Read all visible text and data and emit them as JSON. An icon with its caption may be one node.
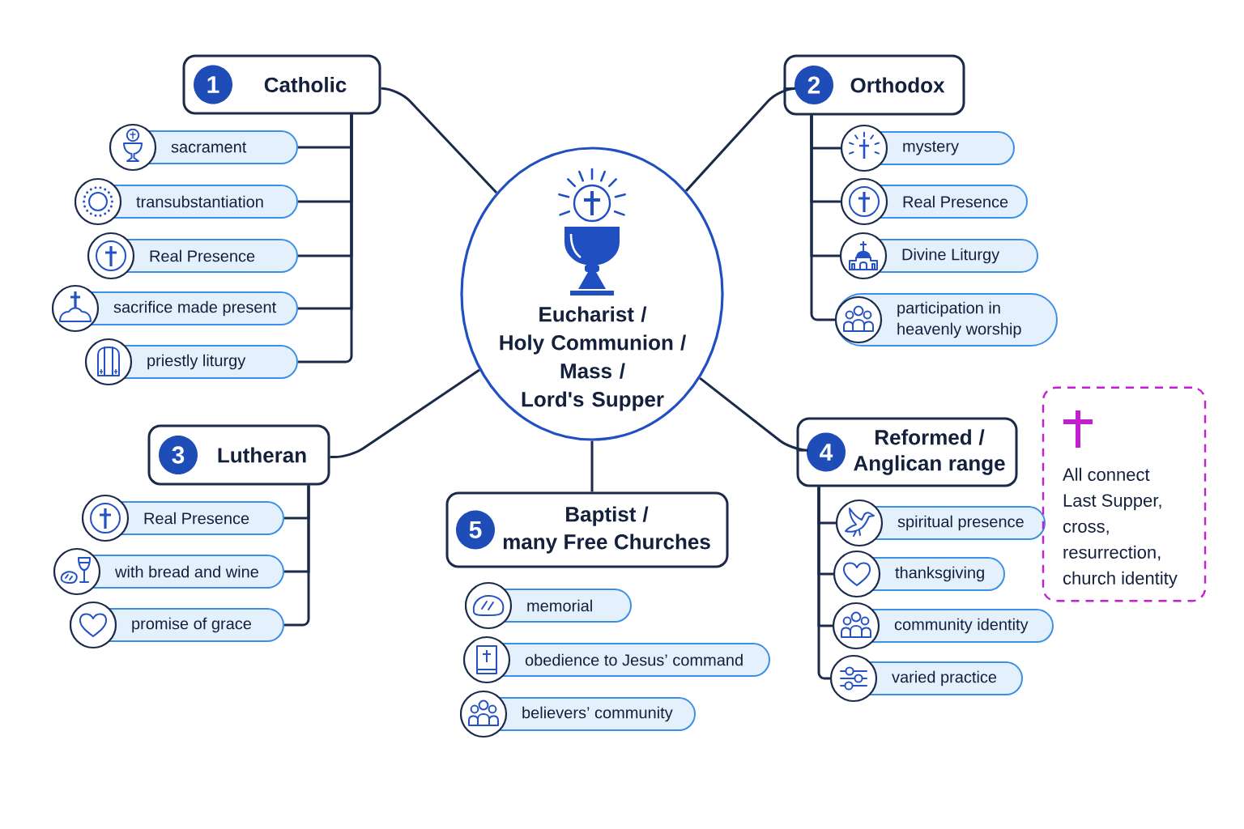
{
  "diagram": {
    "nodes": [
      {
        "text": [
          "Eucharist / Holy Communion / Mass / Lord's Supper"
        ]
      },
      {
        "text": [
          "1",
          "Catholic"
        ]
      },
      {
        "text": [
          "sacrament"
        ]
      },
      {
        "text": [
          "transubstantiation"
        ]
      },
      {
        "text": [
          "Real Presence"
        ]
      },
      {
        "text": [
          "sacrifice made present"
        ]
      },
      {
        "text": [
          "priestly liturgy"
        ]
      },
      {
        "text": [
          "2",
          "Orthodox"
        ]
      },
      {
        "text": [
          "mystery"
        ]
      },
      {
        "text": [
          "Real Presence"
        ]
      },
      {
        "text": [
          "Divine Liturgy"
        ]
      },
      {
        "text": [
          "participation in heavenly worship"
        ]
      },
      {
        "text": [
          "3",
          "Lutheran"
        ]
      },
      {
        "text": [
          "Real Presence"
        ]
      },
      {
        "text": [
          "with bread and wine"
        ]
      },
      {
        "text": [
          "promise of grace"
        ]
      },
      {
        "text": [
          "4",
          "Reformed / Anglican range"
        ]
      },
      {
        "text": [
          "spiritual presence"
        ]
      },
      {
        "text": [
          "thanksgiving"
        ]
      },
      {
        "text": [
          "community identity"
        ]
      },
      {
        "text": [
          "varied practice"
        ]
      },
      {
        "text": [
          "5",
          "Baptist / many Free Churches"
        ]
      },
      {
        "text": [
          "memorial"
        ]
      },
      {
        "text": [
          "obedience to Jesus’ command"
        ]
      },
      {
        "text": [
          "believers’ community"
        ]
      },
      {
        "text": [
          "All connect Last Supper, cross, resurrection, church identity"
        ]
      }
    ],
    "edges": [
      {
        "from": 0,
        "to": 1,
        "arrow": "none"
      },
      {
        "from": 0,
        "to": 7,
        "arrow": "none"
      },
      {
        "from": 0,
        "to": 12,
        "arrow": "none"
      },
      {
        "from": 0,
        "to": 16,
        "arrow": "none"
      },
      {
        "from": 0,
        "to": 21,
        "arrow": "none"
      },
      {
        "from": 1,
        "to": 2,
        "arrow": "none"
      },
      {
        "from": 1,
        "to": 3,
        "arrow": "none"
      },
      {
        "from": 1,
        "to": 4,
        "arrow": "none"
      },
      {
        "from": 1,
        "to": 5,
        "arrow": "none"
      },
      {
        "from": 1,
        "to": 6,
        "arrow": "none"
      },
      {
        "from": 7,
        "to": 8,
        "arrow": "none"
      },
      {
        "from": 7,
        "to": 9,
        "arrow": "none"
      },
      {
        "from": 7,
        "to": 10,
        "arrow": "none"
      },
      {
        "from": 7,
        "to": 11,
        "arrow": "none"
      },
      {
        "from": 12,
        "to": 13,
        "arrow": "none"
      },
      {
        "from": 12,
        "to": 14,
        "arrow": "none"
      },
      {
        "from": 12,
        "to": 15,
        "arrow": "none"
      },
      {
        "from": 16,
        "to": 17,
        "arrow": "none"
      },
      {
        "from": 16,
        "to": 18,
        "arrow": "none"
      },
      {
        "from": 16,
        "to": 19,
        "arrow": "none"
      },
      {
        "from": 16,
        "to": 20,
        "arrow": "none"
      }
    ]
  }
}
